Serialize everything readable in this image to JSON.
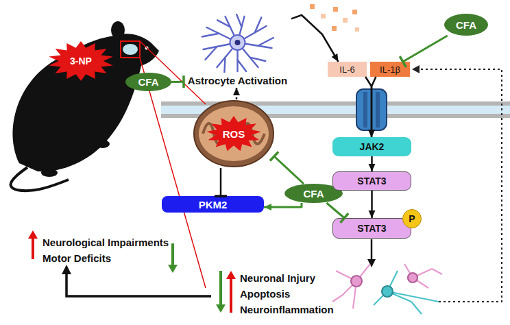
{
  "diagram": {
    "nodes": [
      {
        "text": [
          "CFA"
        ]
      },
      {
        "text": [
          "Astrocyte Activation"
        ]
      },
      {
        "text": [
          "CFA"
        ]
      },
      {
        "text": [
          "IL-6"
        ]
      },
      {
        "text": [
          "IL-1β"
        ]
      },
      {
        "text": [
          "3-NP"
        ]
      },
      {
        "text": [
          "ROS"
        ]
      },
      {
        "text": [
          "JAK2"
        ]
      },
      {
        "text": [
          "CFA"
        ]
      },
      {
        "text": [
          "STAT3"
        ]
      },
      {
        "text": [
          "PKM2"
        ]
      },
      {
        "text": [
          "STAT3"
        ]
      },
      {
        "text": [
          "P"
        ],
        "in": 11
      }
    ],
    "edges": [
      {
        "from": 0,
        "to": 1,
        "arrow": "to"
      },
      {
        "from": 1,
        "to": 3,
        "arrow": "to"
      },
      {
        "from": 2,
        "to": 4,
        "arrow": "to"
      },
      {
        "from": 3,
        "to": 7,
        "arrow": "to"
      },
      {
        "from": 4,
        "to": 7,
        "arrow": "to"
      },
      {
        "from": 7,
        "to": 9,
        "arrow": "to"
      },
      {
        "from": 9,
        "to": 11,
        "arrow": "to"
      },
      {
        "from": 6,
        "to": 1,
        "arrow": "to"
      },
      {
        "from": 6,
        "to": 10,
        "arrow": "to"
      },
      {
        "from": 8,
        "to": 6,
        "arrow": "to"
      },
      {
        "from": 8,
        "to": 10,
        "arrow": "to"
      },
      {
        "from": 8,
        "to": 11,
        "arrow": "to"
      }
    ],
    "labels": [
      "Neurological Impairments",
      "Motor Deficits",
      "Neuronal Injury",
      "Apoptosis",
      "Neuroinflammation"
    ]
  }
}
